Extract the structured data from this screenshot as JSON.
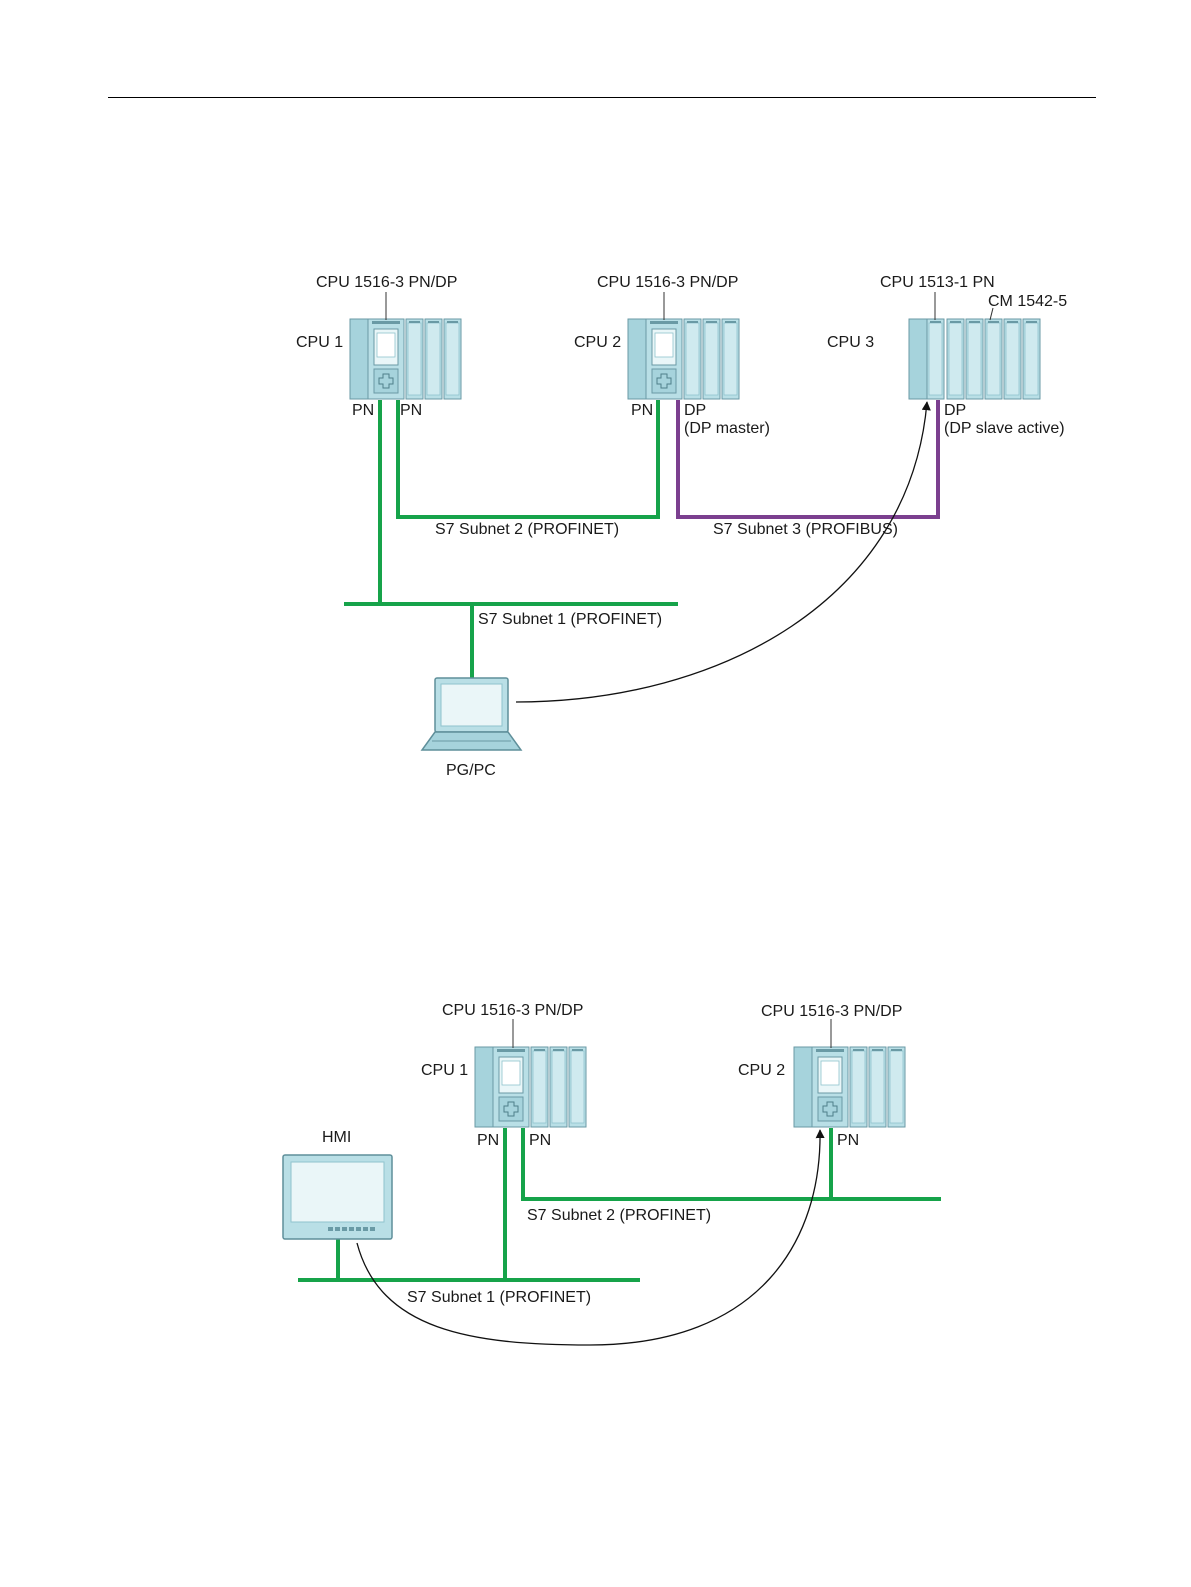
{
  "colors": {
    "profinet": "#16a34a",
    "profibus": "#7b3f8f",
    "module_fill": "#b9dfe6",
    "module_dark": "#8fc3cd",
    "module_edge": "#6a9aa5",
    "arrow": "#111111"
  },
  "diagram1": {
    "cpu1": {
      "model": "CPU 1516-3 PN/DP",
      "name": "CPU 1",
      "port_a": "PN",
      "port_b": "PN"
    },
    "cpu2": {
      "model": "CPU 1516-3 PN/DP",
      "name": "CPU 2",
      "port_a": "PN",
      "port_b": "DP",
      "port_b_note": "(DP master)"
    },
    "cpu3": {
      "model": "CPU 1513-1 PN",
      "module": "CM 1542-5",
      "name": "CPU 3",
      "port": "DP",
      "port_note": "(DP slave active)"
    },
    "subnet1": "S7 Subnet 1 (PROFINET)",
    "subnet2": "S7 Subnet 2 (PROFINET)",
    "subnet3": "S7 Subnet 3 (PROFIBUS)",
    "pc": "PG/PC"
  },
  "diagram2": {
    "cpu1": {
      "model": "CPU 1516-3 PN/DP",
      "name": "CPU 1",
      "port_a": "PN",
      "port_b": "PN"
    },
    "cpu2": {
      "model": "CPU 1516-3 PN/DP",
      "name": "CPU 2",
      "port": "PN"
    },
    "hmi": "HMI",
    "subnet1": "S7 Subnet 1 (PROFINET)",
    "subnet2": "S7 Subnet 2 (PROFINET)"
  }
}
